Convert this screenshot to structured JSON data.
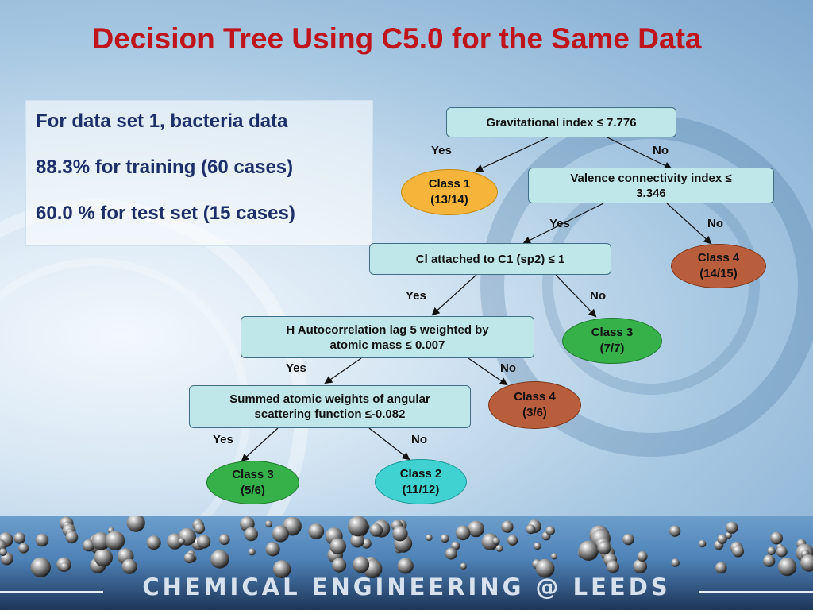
{
  "title": "Decision Tree Using C5.0 for the Same Data",
  "info": {
    "line1": "For data set 1, bacteria data",
    "line2": "88.3% for training (60 cases)",
    "line3": "60.0 % for test set (15 cases)"
  },
  "tree": {
    "node1": "Gravitational index ≤ 7.776",
    "node2_line1": "Valence connectivity index ≤",
    "node2_line2": "3.346",
    "node3": "Cl attached to C1 (sp2) ≤ 1",
    "node4_line1": "H Autocorrelation lag 5 weighted by",
    "node4_line2": "atomic mass ≤ 0.007",
    "node5_line1": "Summed atomic weights of angular",
    "node5_line2": "scattering function ≤-0.082",
    "leaves": [
      {
        "label": "Class 1",
        "count": "(13/14)"
      },
      {
        "label": "Class 4",
        "count": "(14/15)"
      },
      {
        "label": "Class 3",
        "count": "(7/7)"
      },
      {
        "label": "Class 4",
        "count": "(3/6)"
      },
      {
        "label": "Class 3",
        "count": "(5/6)"
      },
      {
        "label": "Class 2",
        "count": "(11/12)"
      }
    ],
    "yes": "Yes",
    "no": "No"
  },
  "colors": {
    "title": "#c0141c",
    "node_fill": "#bfe6e9",
    "class1": "#f6b53a",
    "class3": "#36b048",
    "class4": "#b85e3c",
    "class2": "#40d2d0"
  },
  "footer": "CHEMICAL ENGINEERING @ LEEDS"
}
